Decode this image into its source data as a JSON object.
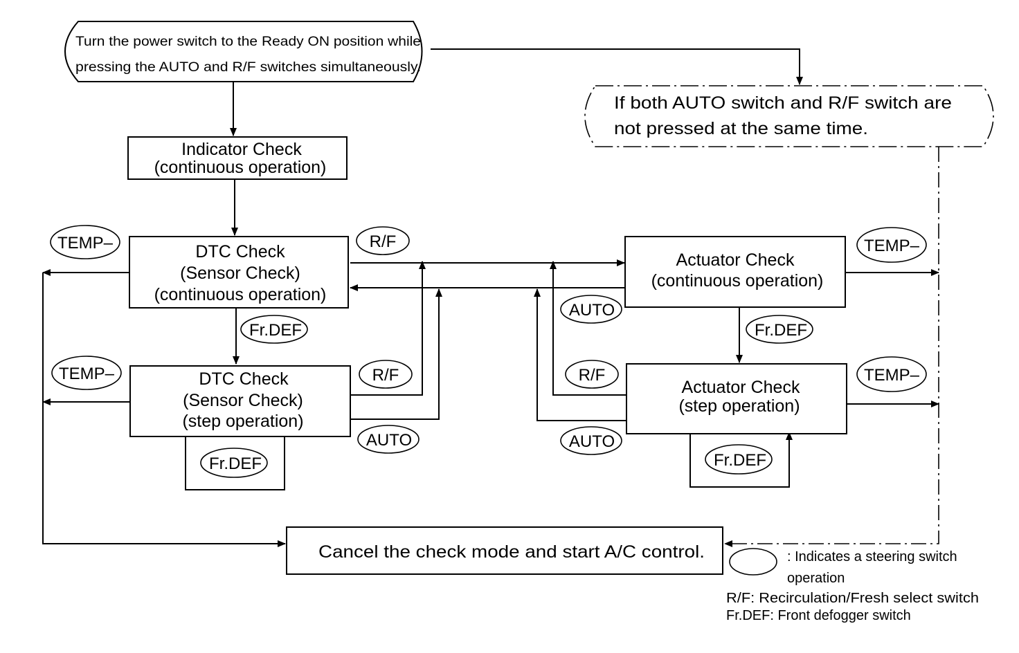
{
  "start": {
    "line1": "Turn the power switch to the Ready ON position while",
    "line2": "pressing the AUTO and R/F switches simultaneously."
  },
  "condition": {
    "line1": "If both AUTO switch and R/F switch are",
    "line2": "not pressed at the same time."
  },
  "indicator_check": {
    "line1": "Indicator Check",
    "line2": "(continuous operation)"
  },
  "dtc_continuous": {
    "line1": "DTC Check",
    "line2": "(Sensor Check)",
    "line3": "(continuous operation)"
  },
  "dtc_step": {
    "line1": "DTC Check",
    "line2": "(Sensor Check)",
    "line3": "(step operation)"
  },
  "actuator_continuous": {
    "line1": "Actuator Check",
    "line2": "(continuous operation)"
  },
  "actuator_step": {
    "line1": "Actuator Check",
    "line2": "(step operation)"
  },
  "cancel": {
    "label": "Cancel the check mode and start A/C control."
  },
  "switches": {
    "temp_minus": "TEMP–",
    "rf": "R/F",
    "auto": "AUTO",
    "fr_def": "Fr.DEF"
  },
  "legend": {
    "steering_line1": ": Indicates a steering switch",
    "steering_line2": "operation",
    "rf_note": "R/F: Recirculation/Fresh select switch",
    "frdef_note": "Fr.DEF: Front defogger switch"
  }
}
